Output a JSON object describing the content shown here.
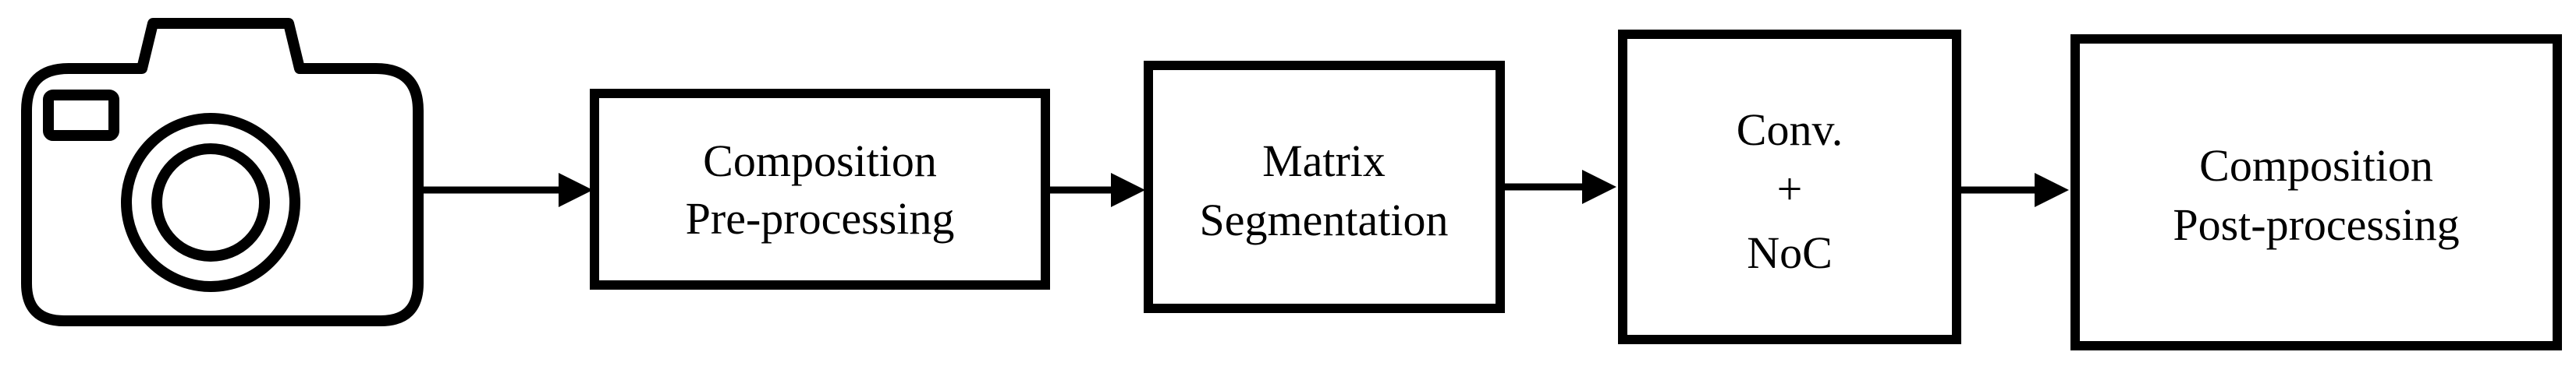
{
  "diagram": {
    "steps": [
      {
        "id": "pre",
        "lines": [
          "Composition",
          "Pre-processing"
        ]
      },
      {
        "id": "seg",
        "lines": [
          "Matrix",
          "Segmentation"
        ]
      },
      {
        "id": "conv",
        "lines": [
          "Conv.",
          "+",
          "NoC"
        ]
      },
      {
        "id": "post",
        "lines": [
          "Composition",
          "Post-processing"
        ]
      }
    ],
    "input_icon": "camera-icon",
    "colors": {
      "stroke": "#000000",
      "background": "#ffffff"
    }
  }
}
